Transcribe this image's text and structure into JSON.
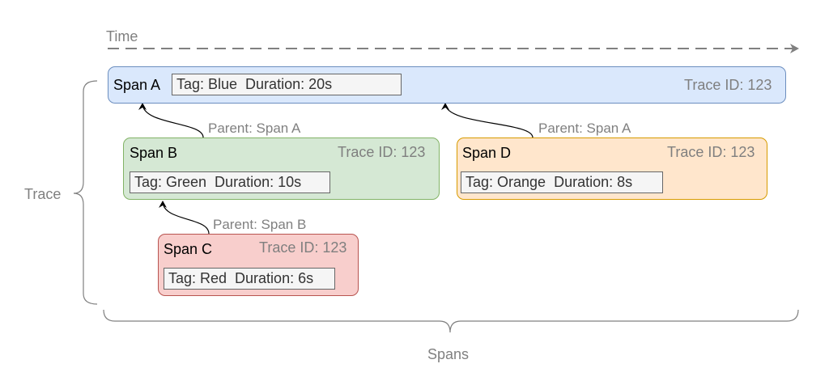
{
  "axes": {
    "time_label": "Time",
    "trace_label": "Trace",
    "spans_label": "Spans"
  },
  "spans": {
    "a": {
      "name": "Span A",
      "tag": "Tag: Blue  Duration: 20s",
      "trace_id": "Trace ID: 123",
      "fill": "#dae8fc",
      "stroke": "#6c8ebf"
    },
    "b": {
      "name": "Span B",
      "tag": "Tag: Green  Duration: 10s",
      "trace_id": "Trace ID: 123",
      "parent": "Parent: Span A",
      "fill": "#d5e8d4",
      "stroke": "#82b366"
    },
    "c": {
      "name": "Span C",
      "tag": "Tag: Red  Duration: 6s",
      "trace_id": "Trace ID: 123",
      "parent": "Parent: Span B",
      "fill": "#f8cecc",
      "stroke": "#b85450"
    },
    "d": {
      "name": "Span D",
      "tag": "Tag: Orange  Duration: 8s",
      "trace_id": "Trace ID: 123",
      "parent": "Parent: Span A",
      "fill": "#ffe6cc",
      "stroke": "#d79b00"
    }
  }
}
